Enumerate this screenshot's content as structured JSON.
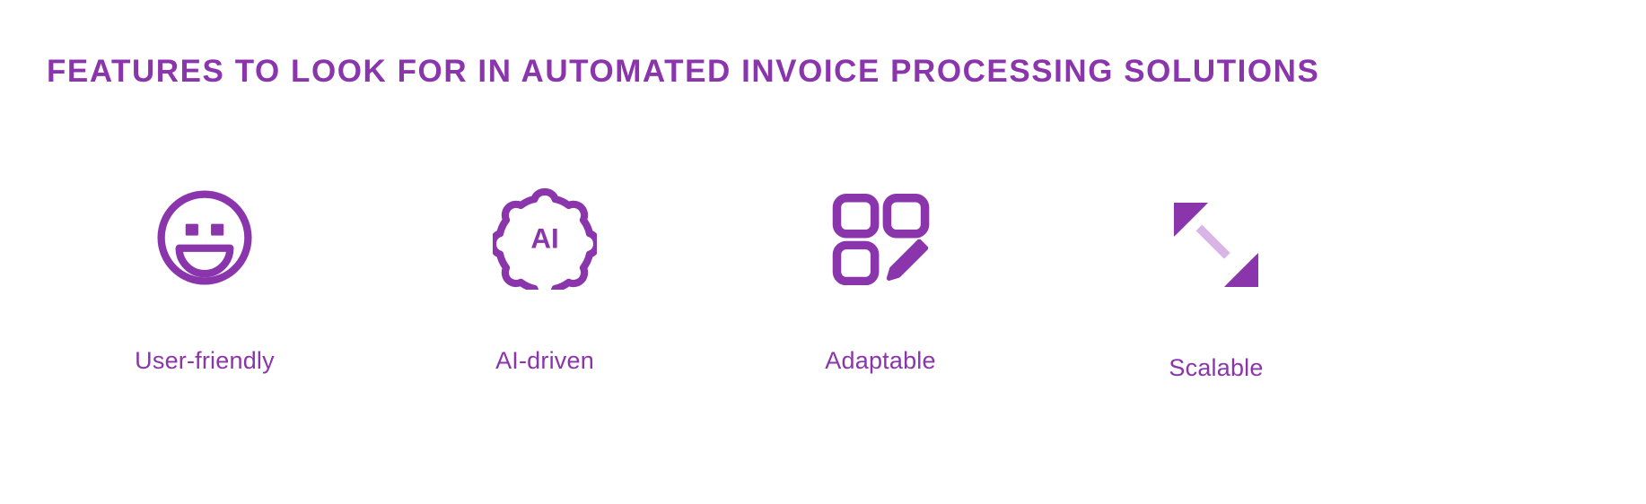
{
  "page": {
    "background_color": "#ffffff",
    "accent_color": "#8a35ab",
    "accent_light_color": "#d9b4e6"
  },
  "header": {
    "title": "FEATURES TO LOOK FOR IN AUTOMATED INVOICE PROCESSING SOLUTIONS"
  },
  "features": [
    {
      "label": "User-friendly",
      "icon": "smiley-face-icon",
      "color": "#8a35ab"
    },
    {
      "label": "AI-driven",
      "icon": "gear-ai-icon",
      "icon_text": "AI",
      "color": "#8a35ab"
    },
    {
      "label": "Adaptable",
      "icon": "grid-edit-icon",
      "color": "#8a35ab"
    },
    {
      "label": "Scalable",
      "icon": "diagonal-resize-arrow-icon",
      "color": "#8a35ab"
    }
  ]
}
